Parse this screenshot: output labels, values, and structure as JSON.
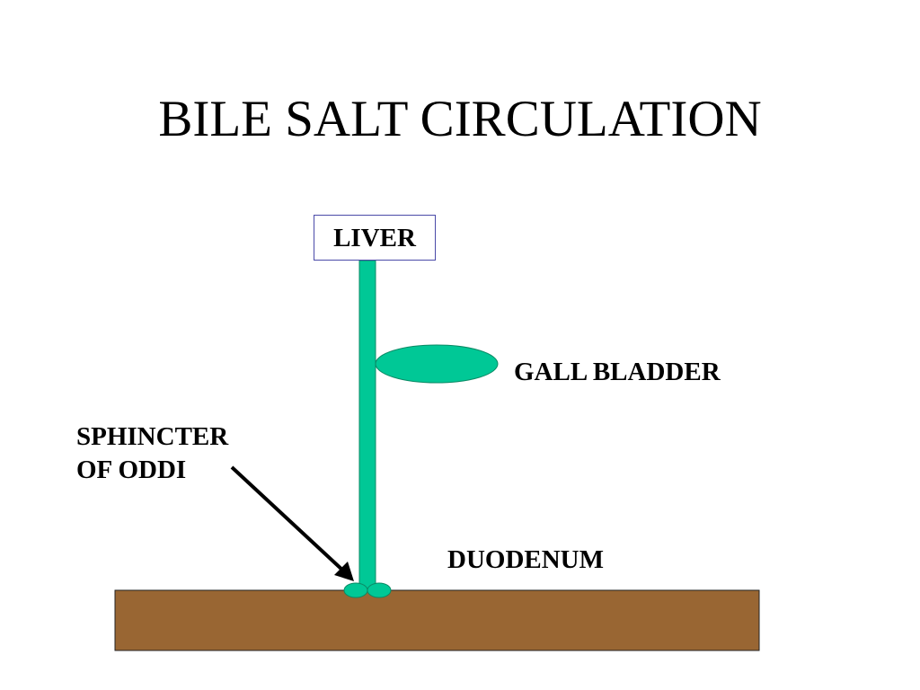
{
  "title": "BILE SALT CIRCULATION",
  "labels": {
    "liver": "LIVER",
    "gall_bladder": "GALL BLADDER",
    "sphincter_line1": "SPHINCTER",
    "sphincter_line2": "OF ODDI",
    "duodenum": "DUODENUM"
  },
  "colors": {
    "duct": "#00c896",
    "duct_outline": "#008a65",
    "duodenum": "#996633",
    "liver_border": "#4a4aa8",
    "arrow": "#000000"
  }
}
